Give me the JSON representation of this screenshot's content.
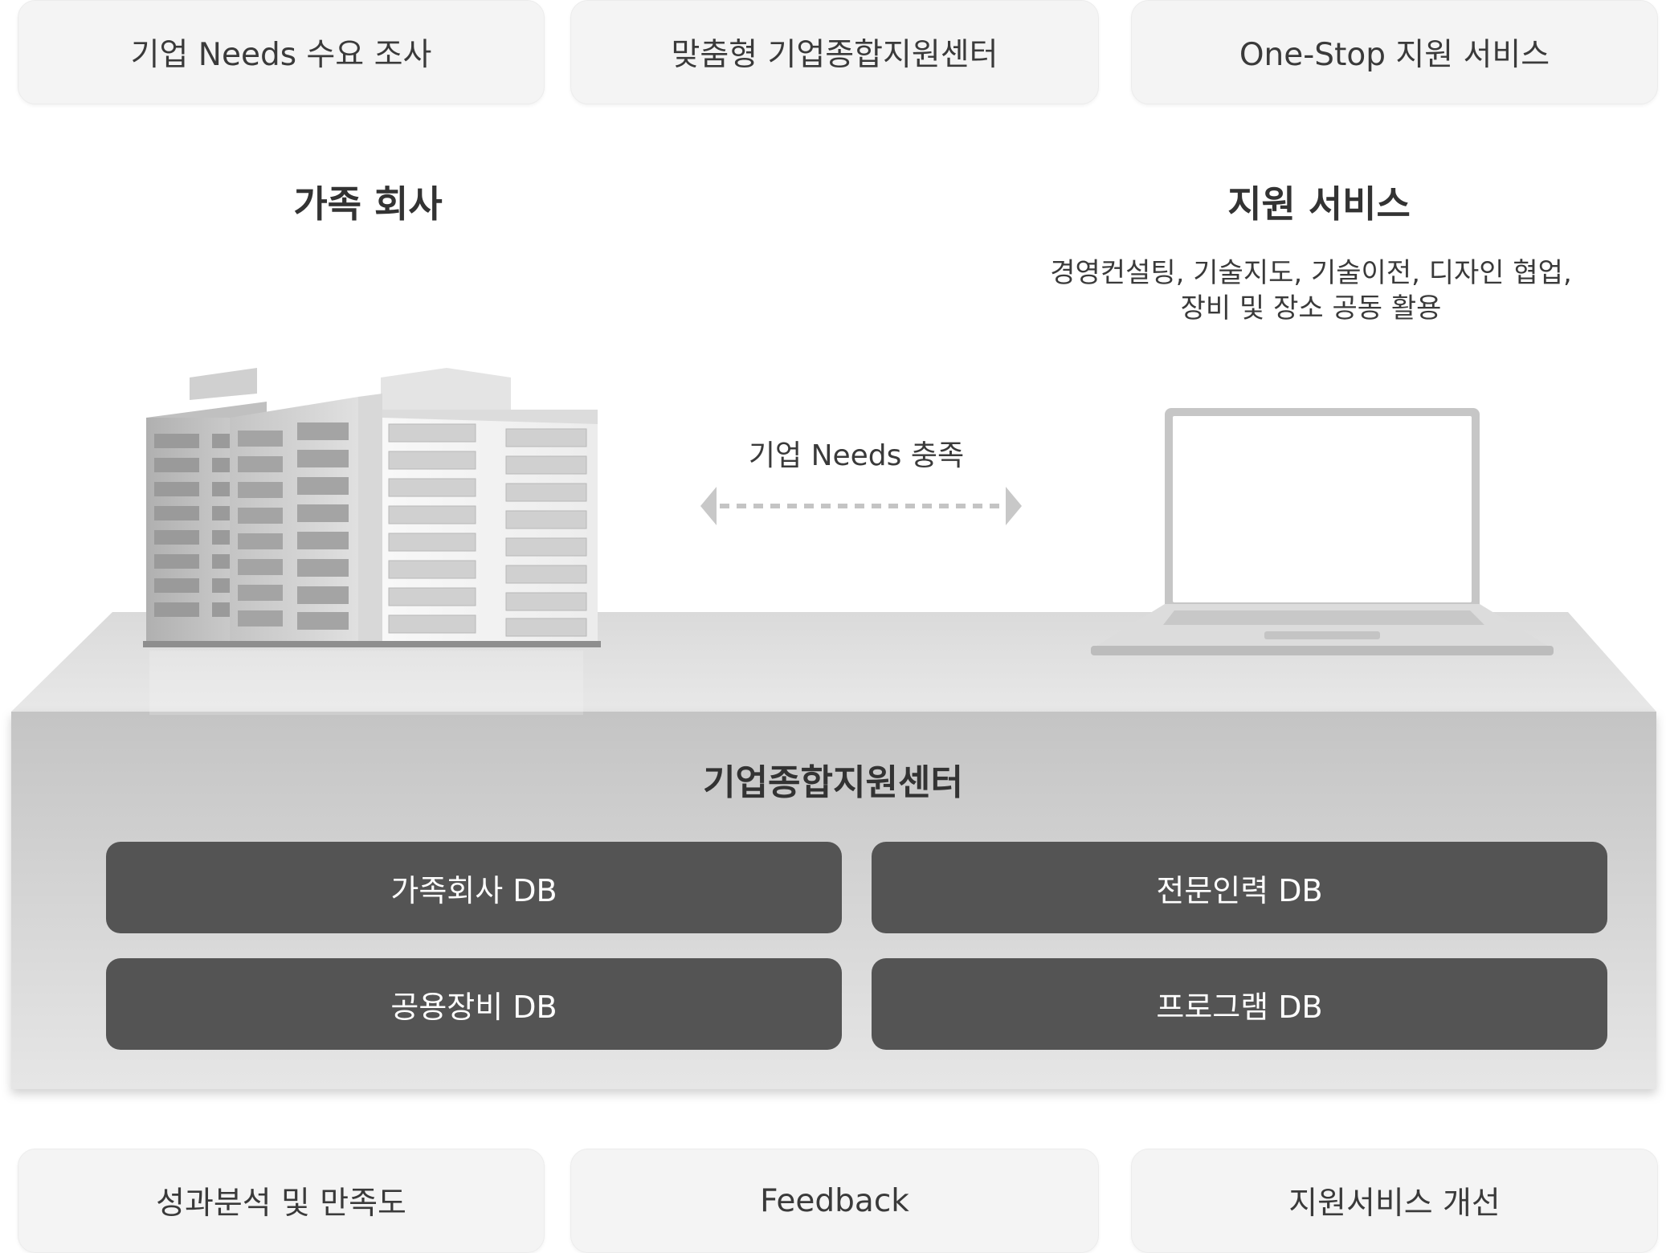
{
  "top_row": {
    "needs_survey": "기업 Needs 수요 조사",
    "custom_center": "맞춤형 기업종합지원센터",
    "one_stop": "One-Stop 지원 서비스"
  },
  "family_company": {
    "title": "가족 회사"
  },
  "support_service": {
    "title": "지원 서비스",
    "desc_line1": "경영컨설팅, 기술지도, 기술이전, 디자인 협업,",
    "desc_line2": "장비 및 장소 공동 활용"
  },
  "arrow": {
    "label": "기업 Needs 충족"
  },
  "center": {
    "title": "기업종합지원센터",
    "db_family": "가족회사 DB",
    "db_experts": "전문인력 DB",
    "db_equipment": "공용장비 DB",
    "db_program": "프로그램 DB"
  },
  "bottom_row": {
    "performance": "성과분석 및 만족도",
    "feedback": "Feedback",
    "improvement": "지원서비스 개선"
  },
  "colors": {
    "pill_bg": "#f4f4f4",
    "db_box": "#545454",
    "platform_top": "#d6d6d6",
    "platform_front": "#c8c8c8",
    "text": "#333333"
  }
}
